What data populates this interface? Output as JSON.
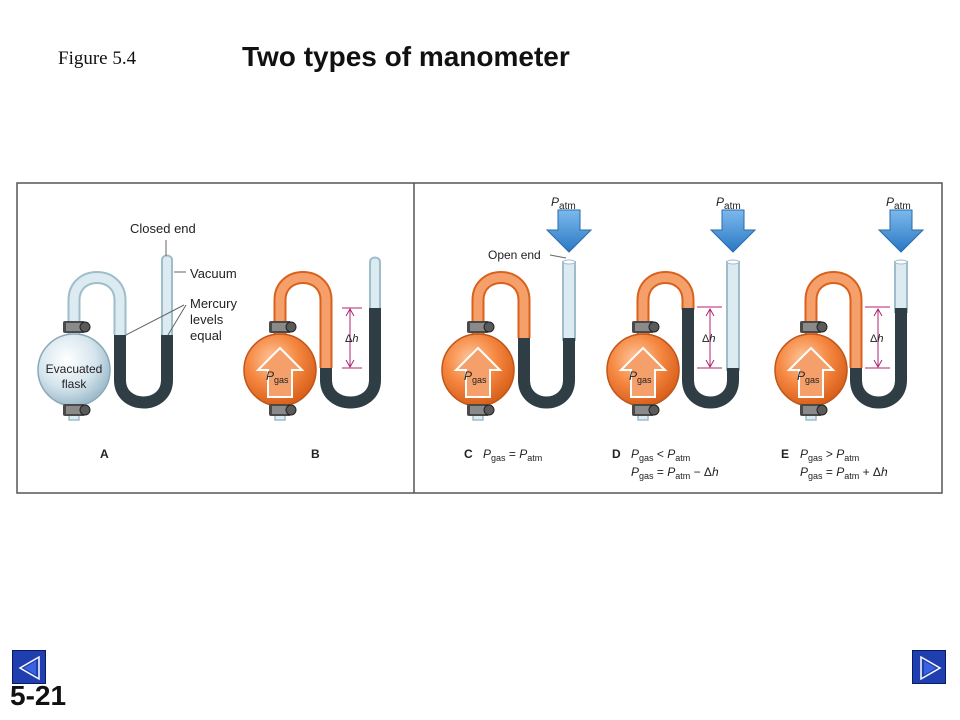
{
  "header": {
    "figure_label": "Figure 5.4",
    "title": "Two types of manometer"
  },
  "footer": {
    "slide_number": "5-21"
  },
  "navigation": {
    "prev_icon": "triangle-left-icon",
    "next_icon": "triangle-right-icon",
    "button_color": "#1f3fb0"
  },
  "panel_a": {
    "letter": "A",
    "closed_end": "Closed end",
    "vacuum": "Vacuum",
    "mercury_line1": "Mercury",
    "mercury_line2": "levels",
    "mercury_line3": "equal",
    "flask_line1": "Evacuated",
    "flask_line2": "flask"
  },
  "panel_b": {
    "letter": "B",
    "gas_label_p": "P",
    "gas_label_sub": "gas",
    "dh_delta": "Δ",
    "dh_h": "h"
  },
  "panel_c": {
    "letter": "C",
    "open_end": "Open end",
    "atm_p": "P",
    "atm_sub": "atm",
    "eq_p1": "P",
    "eq_sub1": "gas",
    "eq_op": " = ",
    "eq_p2": "P",
    "eq_sub2": "atm"
  },
  "panel_d": {
    "letter": "D",
    "atm_p": "P",
    "atm_sub": "atm",
    "l1_p1": "P",
    "l1_sub1": "gas",
    "l1_op": " < ",
    "l1_p2": "P",
    "l1_sub2": "atm",
    "l2_p1": "P",
    "l2_sub1": "gas",
    "l2_op": " = ",
    "l2_p2": "P",
    "l2_sub2": "atm",
    "l2_tail": " − Δ",
    "l2_h": "h"
  },
  "panel_e": {
    "letter": "E",
    "atm_p": "P",
    "atm_sub": "atm",
    "l1_p1": "P",
    "l1_sub1": "gas",
    "l1_op": " > ",
    "l1_p2": "P",
    "l1_sub2": "atm",
    "l2_p1": "P",
    "l2_sub1": "gas",
    "l2_op": " = ",
    "l2_p2": "P",
    "l2_sub2": "atm",
    "l2_tail": " + Δ",
    "l2_h": "h"
  },
  "colors": {
    "gas_tube": "#f0874a",
    "gas_flask": "#f07a36",
    "mercury": "#2f3d45",
    "glass": "#c9dde8",
    "arrow_blue": "#3f8fd6",
    "dimension": "#b0246f"
  }
}
